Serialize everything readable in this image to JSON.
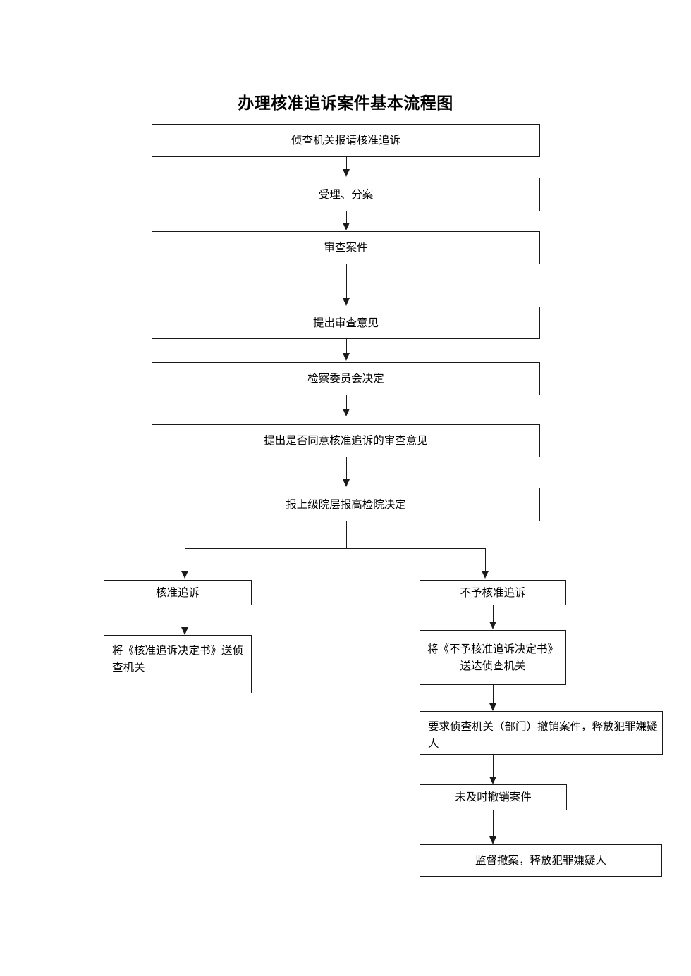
{
  "document": {
    "title": "办理核准追诉案件基本流程图",
    "type": "flowchart",
    "background_color": "#ffffff",
    "line_color": "#1a1a1a",
    "text_color": "#000000"
  },
  "nodes": {
    "n1": {
      "label": "侦查机关报请核准追诉"
    },
    "n2": {
      "label": "受理、分案"
    },
    "n3": {
      "label": "审查案件"
    },
    "n4": {
      "label": "提出审查意见"
    },
    "n5": {
      "label": "检察委员会决定"
    },
    "n6": {
      "label": "提出是否同意核准追诉的审查意见"
    },
    "n7": {
      "label": "报上级院层报高检院决定"
    },
    "n8": {
      "label": "核准追诉"
    },
    "n9": {
      "label": "将《核准追诉决定书》送侦查机关"
    },
    "n10": {
      "label": "不予核准追诉"
    },
    "n11": {
      "label": "将《不予核准追诉决定书》送达侦查机关"
    },
    "n12": {
      "label": "要求侦查机关（部门）撤销案件，释放犯罪嫌疑人"
    },
    "n13": {
      "label": "未及时撤销案件"
    },
    "n14": {
      "label": "监督撤案，释放犯罪嫌疑人"
    }
  },
  "edges": [
    {
      "from": "n1",
      "to": "n2"
    },
    {
      "from": "n2",
      "to": "n3"
    },
    {
      "from": "n3",
      "to": "n4"
    },
    {
      "from": "n4",
      "to": "n5"
    },
    {
      "from": "n5",
      "to": "n6"
    },
    {
      "from": "n6",
      "to": "n7"
    },
    {
      "from": "n7",
      "to": "n8"
    },
    {
      "from": "n7",
      "to": "n10"
    },
    {
      "from": "n8",
      "to": "n9"
    },
    {
      "from": "n10",
      "to": "n11"
    },
    {
      "from": "n11",
      "to": "n12"
    },
    {
      "from": "n12",
      "to": "n13"
    },
    {
      "from": "n13",
      "to": "n14"
    }
  ]
}
